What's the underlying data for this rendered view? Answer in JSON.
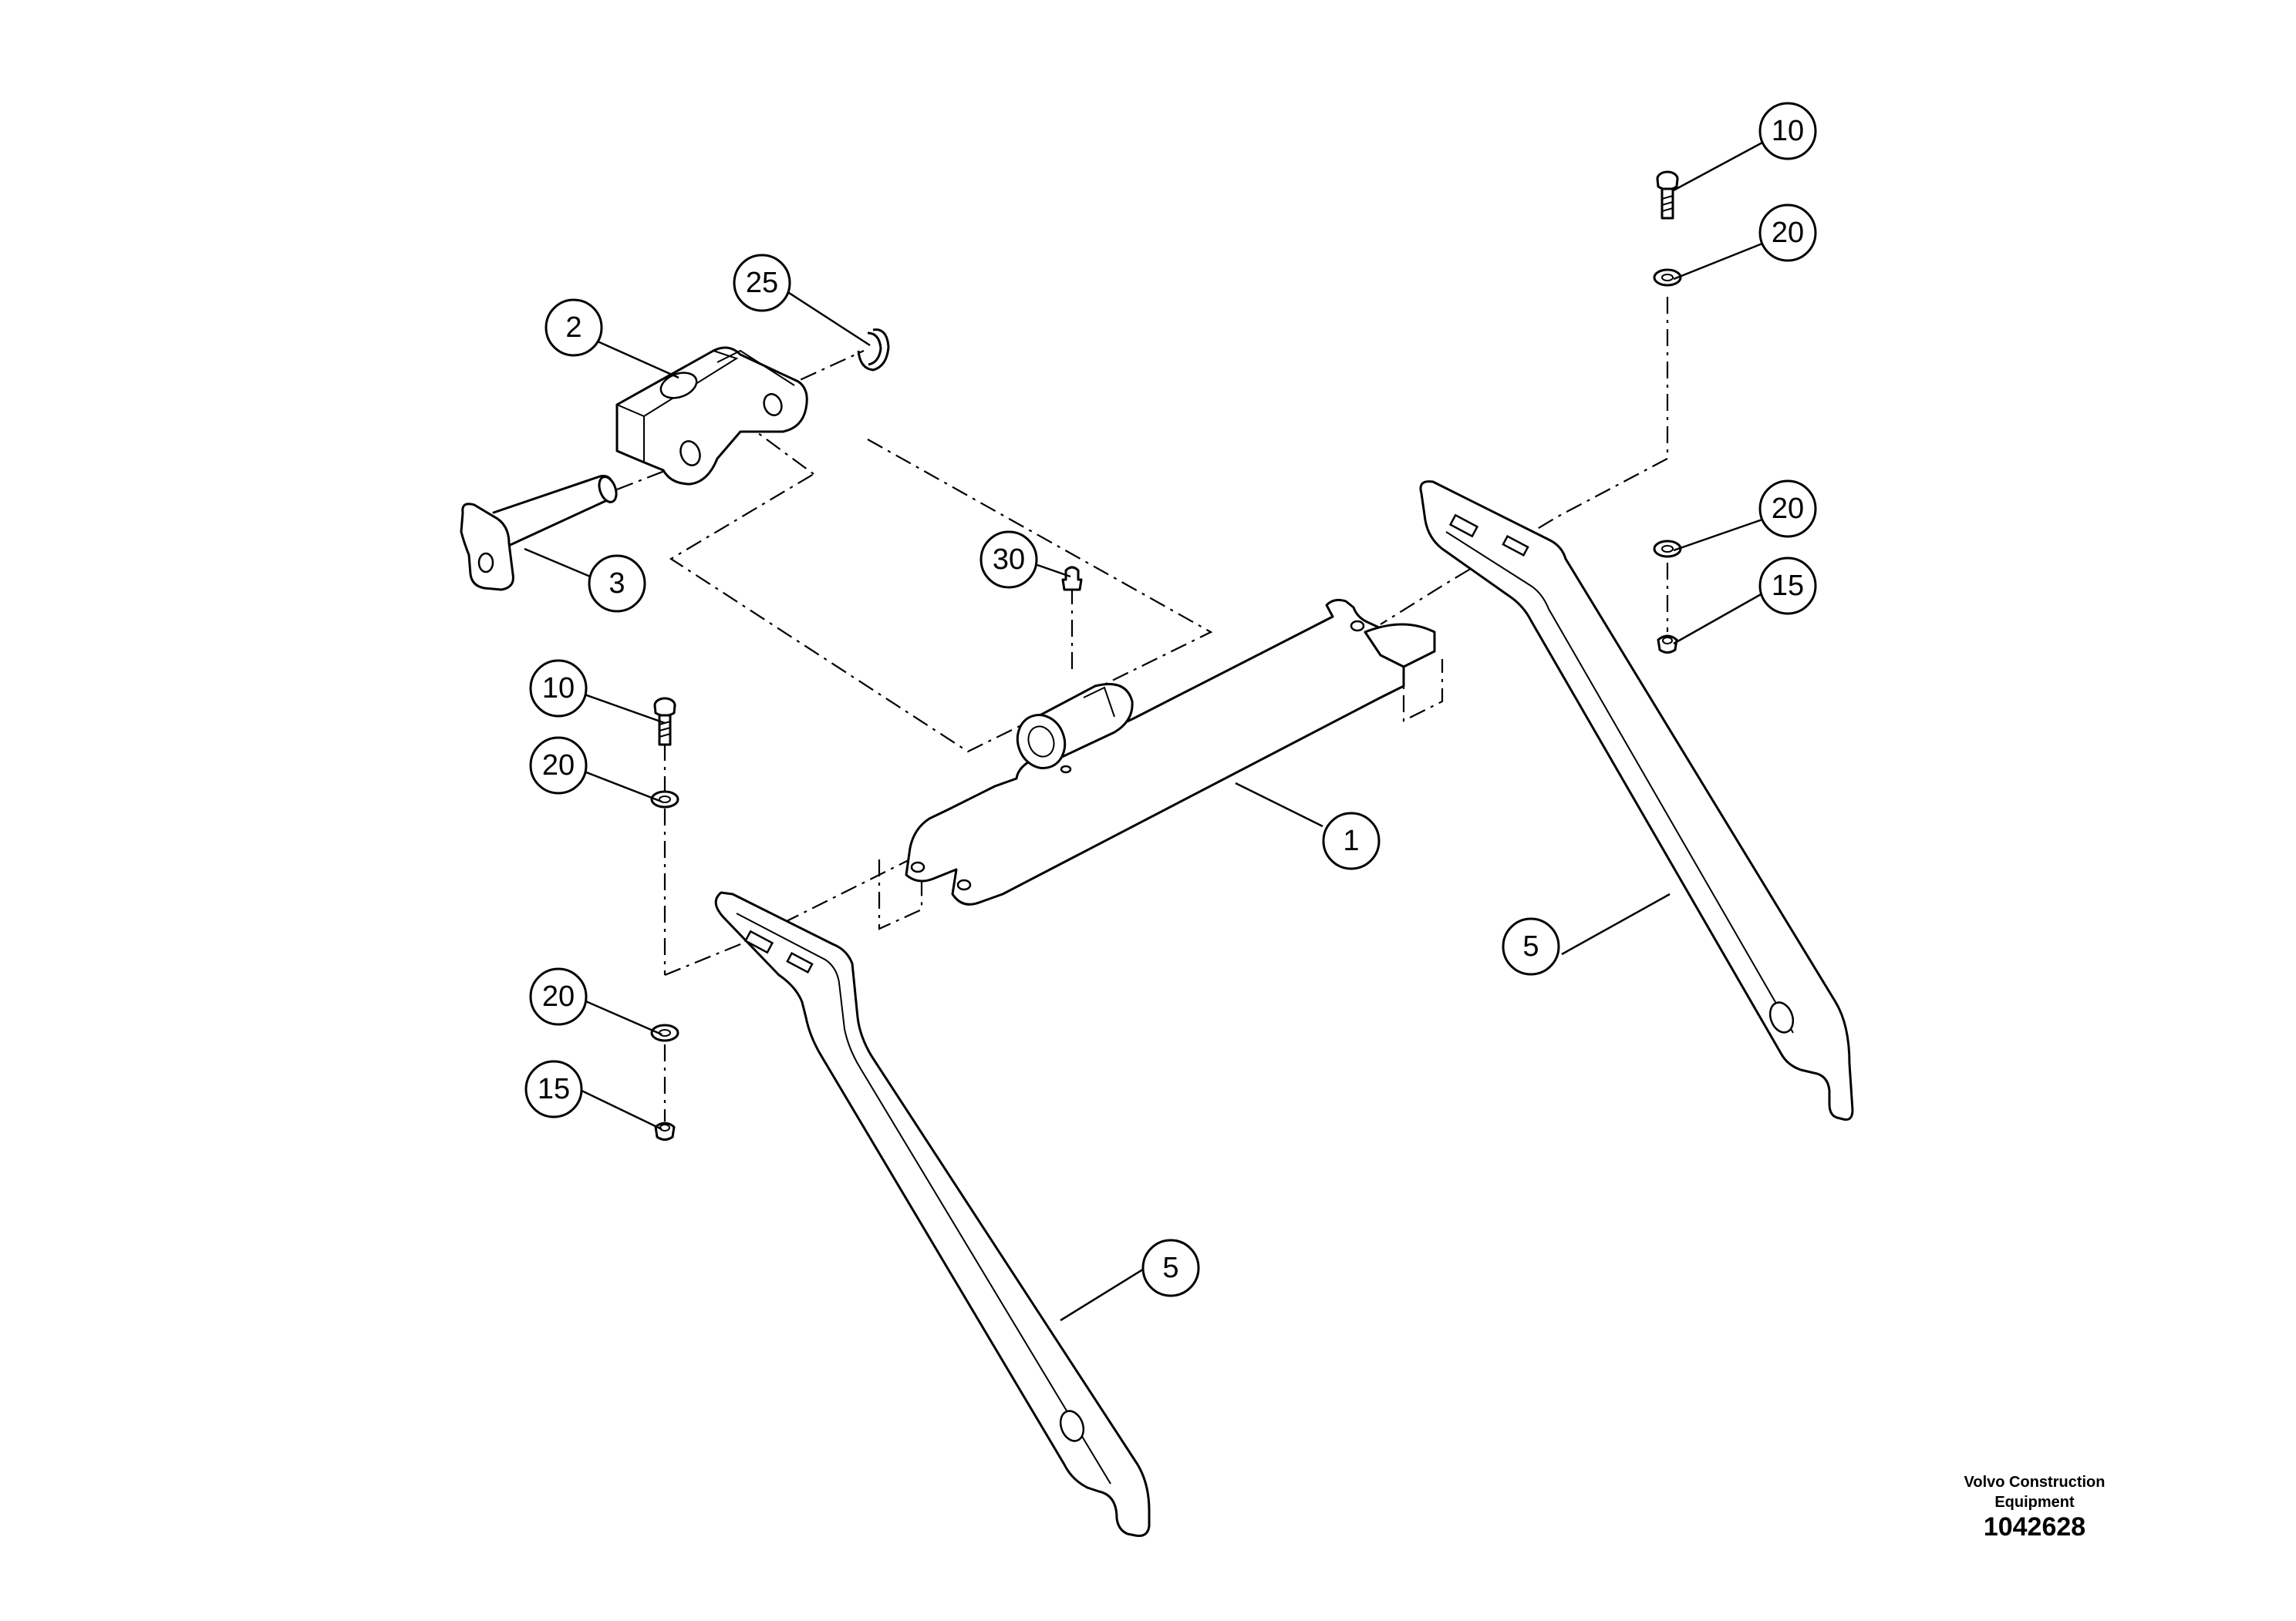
{
  "diagram": {
    "callouts": {
      "c10_right": "10",
      "c20_right_top": "20",
      "c20_right_bottom": "20",
      "c15_right": "15",
      "c25": "25",
      "c2": "2",
      "c3": "3",
      "c30": "30",
      "c1": "1",
      "c10_left": "10",
      "c20_left_top": "20",
      "c20_left_bottom": "20",
      "c15_left": "15",
      "c5_right": "5",
      "c5_left": "5"
    }
  },
  "footer": {
    "brand_line1": "Volvo Construction",
    "brand_line2": "Equipment",
    "figure_number": "1042628"
  }
}
